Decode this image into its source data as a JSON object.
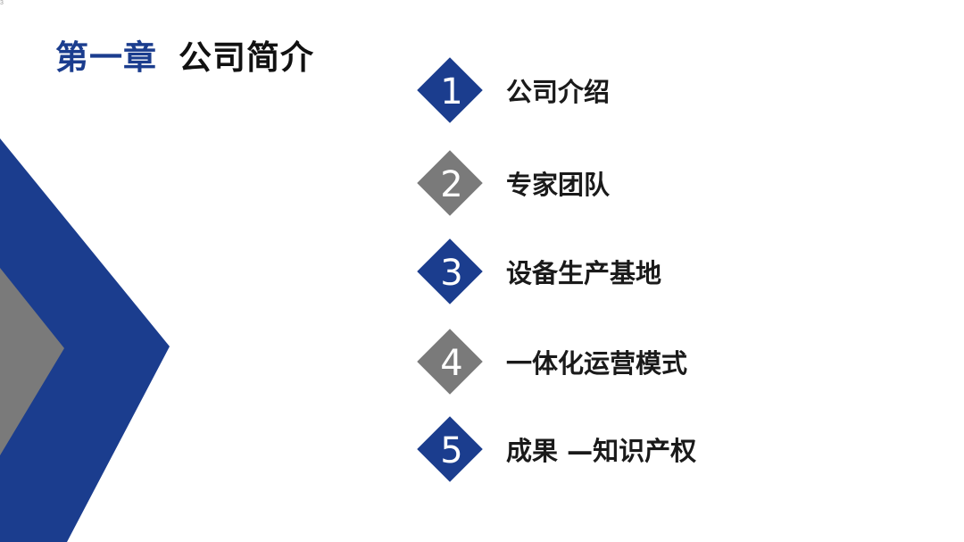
{
  "corner_mark": "3",
  "title": {
    "chapter": "第一章",
    "name": "公司简介"
  },
  "colors": {
    "accent_blue": "#1b3d8e",
    "accent_gray": "#7a7a7a"
  },
  "agenda": [
    {
      "number": "1",
      "label": "公司介绍",
      "style": "blue"
    },
    {
      "number": "2",
      "label": "专家团队",
      "style": "gray"
    },
    {
      "number": "3",
      "label": "设备生产基地",
      "style": "blue"
    },
    {
      "number": "4",
      "label": "一体化运营模式",
      "style": "gray"
    },
    {
      "number": "5",
      "label": "成果 —知识产权",
      "style": "blue"
    }
  ]
}
